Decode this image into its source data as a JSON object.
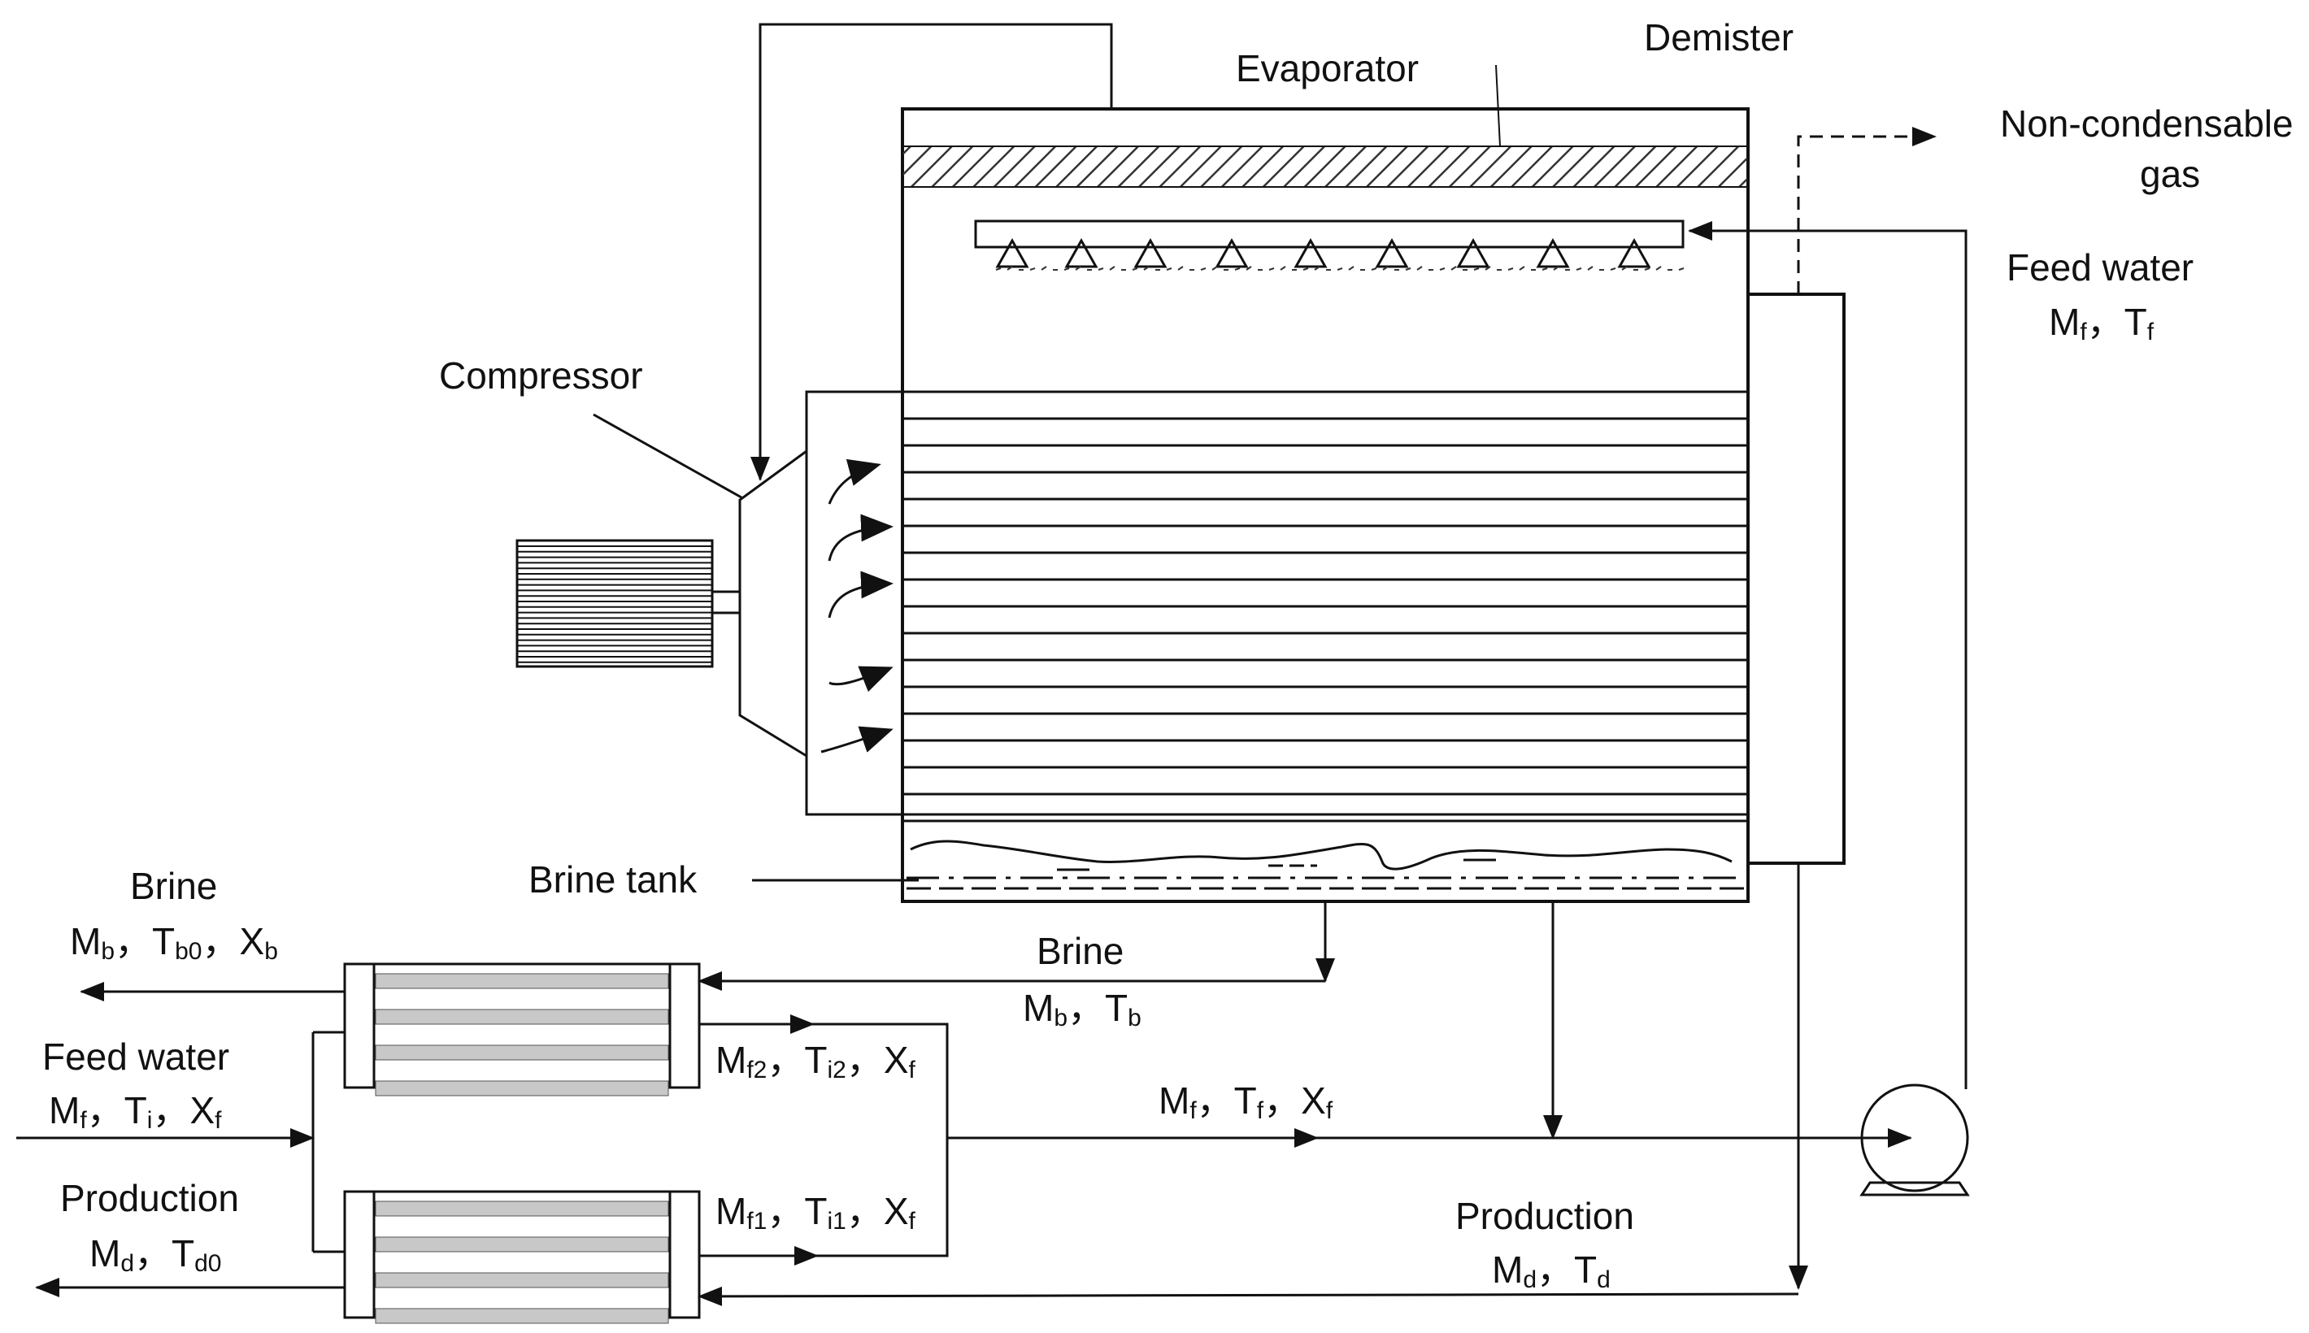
{
  "labels": {
    "evaporator": "Evaporator",
    "demister": "Demister",
    "non_condensable_1": "Non-condensable",
    "non_condensable_2": "gas",
    "feed_water_right": "Feed water",
    "compressor": "Compressor",
    "brine_tank": "Brine tank",
    "brine_left": "Brine",
    "brine_mid": "Brine",
    "feed_water_left": "Feed water",
    "production_left": "Production",
    "production_right": "Production"
  },
  "symbols": {
    "M": "M",
    "T": "T",
    "X": "X",
    "sep": "，",
    "f": "f",
    "b": "b",
    "b0": "b0",
    "i": "i",
    "d": "d",
    "d0": "d0",
    "f1": "f1",
    "f2": "f2",
    "i1": "i1",
    "i2": "i2"
  }
}
